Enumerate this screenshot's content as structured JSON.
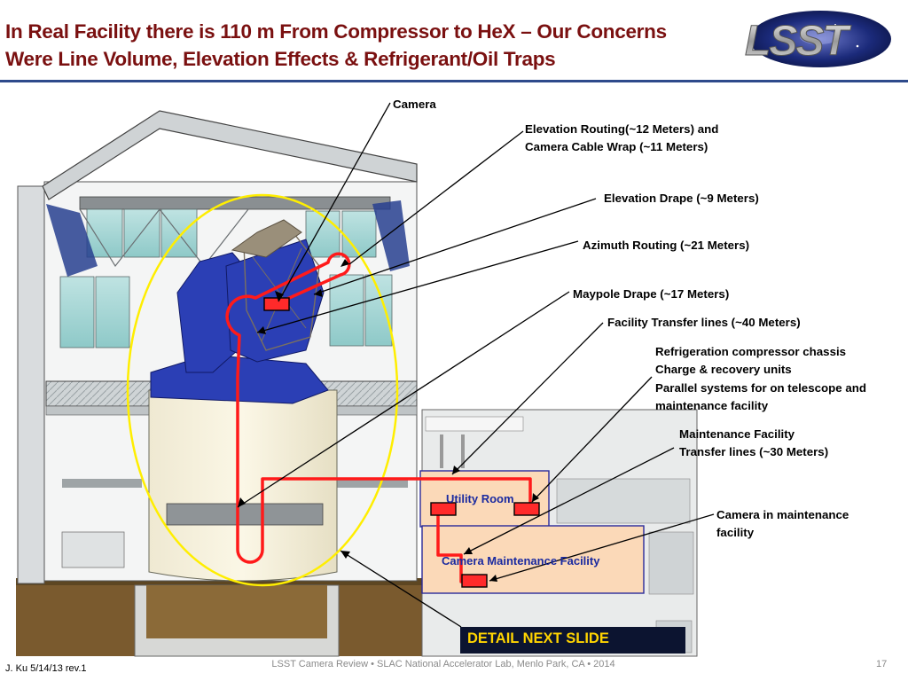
{
  "slide": {
    "title_line1": "In Real Facility there is 110 m From Compressor to HeX – Our Concerns",
    "title_line2": "Were Line Volume, Elevation Effects & Refrigerant/Oil Traps"
  },
  "logo": {
    "text": "LSST",
    "icon": "lsst-logo-icon"
  },
  "callouts": {
    "camera": "Camera",
    "elevation_routing_1": "Elevation Routing(~12 Meters) and",
    "elevation_routing_2": "Camera Cable Wrap (~11 Meters)",
    "elevation_drape": "Elevation Drape (~9 Meters)",
    "azimuth_routing": "Azimuth Routing (~21 Meters)",
    "maypole_drape": "Maypole Drape (~17 Meters)",
    "facility_transfer": "Facility Transfer lines (~40 Meters)",
    "refrig_1": "Refrigeration compressor chassis",
    "refrig_2": "Charge & recovery units",
    "refrig_3": "Parallel systems for on telescope and",
    "refrig_4": "maintenance facility",
    "maint_transfer_1": "Maintenance Facility",
    "maint_transfer_2": "Transfer lines (~30 Meters)",
    "camera_maint_1": "Camera in maintenance",
    "camera_maint_2": "facility"
  },
  "rooms": {
    "utility_room": "Utility Room",
    "camera_maintenance_facility": "Camera Maintenance Facility"
  },
  "detail_box": {
    "label": "DETAIL NEXT SLIDE"
  },
  "footer": {
    "author": "J. Ku 5/14/13 rev.1",
    "center": "LSST Camera Review • SLAC National Accelerator Lab, Menlo Park, CA • 2014",
    "page": "17"
  },
  "colors": {
    "title": "#7a1010",
    "title_rule": "#2e4a8b",
    "routing_line": "#ff1a1a",
    "ellipse": "#ffee00",
    "telescope": "#2b3fb5",
    "room_fill": "#fbd9b8",
    "room_border": "#2a2a9a",
    "detail_bg": "#0c1430",
    "detail_text": "#ffd400"
  }
}
